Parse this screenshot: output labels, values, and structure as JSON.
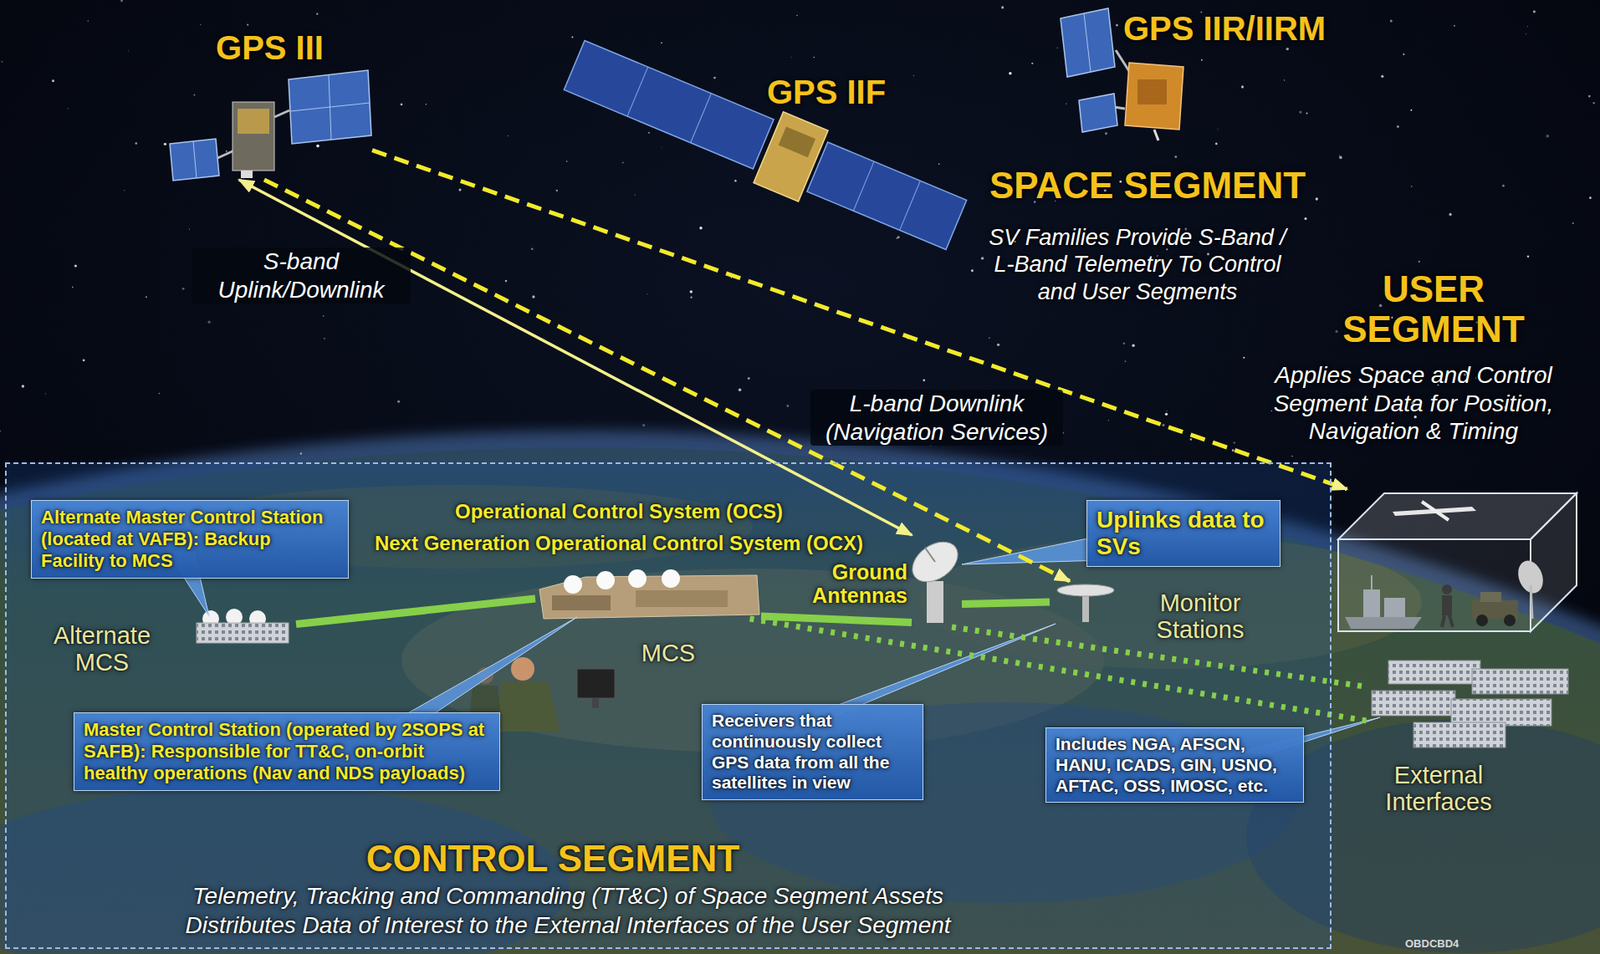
{
  "diagram": {
    "nodes": [
      {
        "text": [
          "GPS III"
        ]
      },
      {
        "text": [
          "GPS IIF"
        ]
      },
      {
        "text": [
          "GPS IIR/IIRM"
        ]
      },
      {
        "text": [
          "USER SEGMENT",
          "Applies Space and Control Segment Data for Position, Navigation & Timing"
        ]
      },
      {
        "text": [
          "CONTROL SEGMENT",
          "Telemetry, Tracking and Commanding (TT&C) of Space Segment Assets",
          "Distributes Data of Interest to the External Interfaces of the User Segment"
        ]
      },
      {
        "text": [
          "Alternate Master Control Station (located at VAFB): Backup Facility to MCS"
        ],
        "in": 4
      },
      {
        "text": [
          "Uplinks data to SVs"
        ],
        "in": 4
      },
      {
        "text": [
          "Alternate MCS"
        ],
        "in": 4
      },
      {
        "text": [
          "MCS"
        ],
        "in": 4
      },
      {
        "text": [
          "Ground Antennas"
        ],
        "in": 4
      },
      {
        "text": [
          "Monitor Stations"
        ],
        "in": 4
      },
      {
        "text": [
          "Master Control Station (operated by 2SOPS at SAFB): Responsible for TT&C, on-orbit healthy operations (Nav and NDS payloads)"
        ],
        "in": 4
      },
      {
        "text": [
          "Receivers that continuously collect GPS data from all the satellites in view"
        ],
        "in": 4
      },
      {
        "text": [
          "Includes NGA, AFSCN, HANU, ICADS, GIN, USNO, AFTAC, OSS, IMOSC, etc."
        ],
        "in": 4
      },
      {
        "text": [
          "External Interfaces"
        ]
      }
    ],
    "edges": [
      {
        "from": 0,
        "to": 9,
        "arrow": "both",
        "label": "S-band Uplink/Downlink"
      },
      {
        "from": 0,
        "to": 10,
        "arrow": "to",
        "label": "L-band Downlink (Navigation Services)"
      },
      {
        "from": 0,
        "to": 3,
        "arrow": "to"
      },
      {
        "from": 7,
        "to": 8,
        "arrow": "none"
      },
      {
        "from": 8,
        "to": 9,
        "arrow": "none"
      },
      {
        "from": 9,
        "to": 10,
        "arrow": "none"
      },
      {
        "from": 8,
        "to": 14,
        "arrow": "none"
      },
      {
        "from": 9,
        "to": 14,
        "arrow": "none"
      }
    ],
    "labels": [
      "SPACE SEGMENT",
      "SV Families Provide S-Band / L-Band Telemetry To Control and User Segments",
      "Operational Control System (OCS)",
      "Next Generation Operational Control System (OCX)",
      "OBDCBD4"
    ]
  }
}
